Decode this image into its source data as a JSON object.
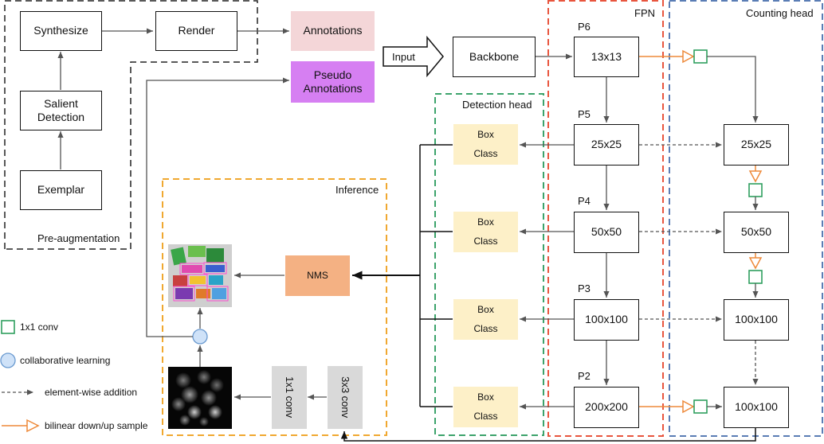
{
  "pre_augmentation": {
    "title": "Pre-augmentation",
    "synthesize": "Synthesize",
    "render": "Render",
    "salient": "Salient Detection",
    "exemplar": "Exemplar"
  },
  "annotations": {
    "label": "Annotations",
    "color": "#f4d6d8"
  },
  "pseudo": {
    "label": "Pseudo Annotations",
    "color": "#d67ff2"
  },
  "input": "Input",
  "backbone": "Backbone",
  "fpn": {
    "title": "FPN",
    "levels": [
      {
        "tag": "P6",
        "size": "13x13"
      },
      {
        "tag": "P5",
        "size": "25x25"
      },
      {
        "tag": "P4",
        "size": "50x50"
      },
      {
        "tag": "P3",
        "size": "100x100"
      },
      {
        "tag": "P2",
        "size": "200x200"
      }
    ]
  },
  "detection_head": {
    "title": "Detection head",
    "box_label": "Box",
    "class_label": "Class",
    "color": "#fdf0c8"
  },
  "counting_head": {
    "title": "Counting head",
    "maps": [
      "25x25",
      "50x50",
      "100x100",
      "100x100"
    ]
  },
  "inference": {
    "title": "Inference",
    "nms": "NMS",
    "nms_color": "#f4b183",
    "conv1": "1x1 conv",
    "conv3": "3x3 conv"
  },
  "legend": {
    "conv": "1x1 conv",
    "collab": "collaborative learning",
    "add": "element-wise addition",
    "bilinear": "bilinear down/up sample"
  },
  "colors": {
    "fpn_border": "#e8553e",
    "detection_border": "#3ca36b",
    "counting_border": "#5a7db5",
    "inference_border": "#f0a830",
    "conv_square": "#2e9e5e",
    "orange_arrow": "#ee8a3a",
    "collab_fill": "#cfe2f8"
  }
}
